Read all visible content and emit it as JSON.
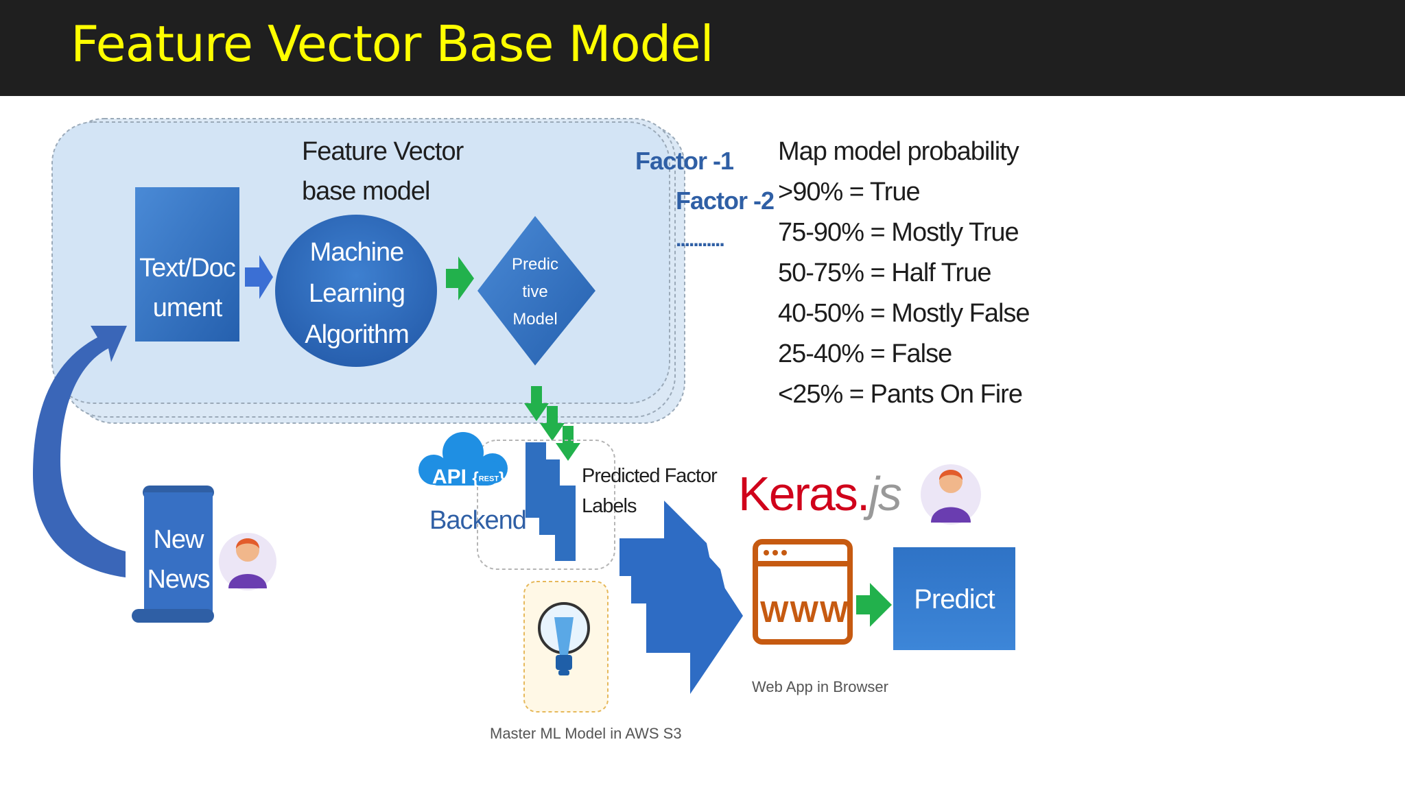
{
  "slide": {
    "title": "Feature Vector Base Model"
  },
  "diagram": {
    "feature_block_title_line1": "Feature Vector",
    "feature_block_title_line2": "base model",
    "text_doc_line1": "Text/Doc",
    "text_doc_line2": "ument",
    "ml_line1": "Machine",
    "ml_line2": "Learning",
    "ml_line3": "Algorithm",
    "pred_line1": "Predic",
    "pred_line2": "tive",
    "pred_line3": "Model",
    "factor1": "Factor -1",
    "factor2": "Factor -2",
    "factor_more": "...........",
    "probability": {
      "heading": "Map model probability",
      "rows": [
        ">90% = True",
        "75-90% = Mostly True",
        "50-75% = Half True",
        "40-50% =  Mostly False",
        "25-40% = False",
        "<25% = Pants On Fire"
      ]
    },
    "api_badge": "API",
    "rest_badge": "REST",
    "backend": "Backend",
    "predicted_line1": "Predicted Factor",
    "predicted_line2": "Labels",
    "news_line1": "New",
    "news_line2": "News",
    "master_model": "Master ML Model in AWS S3",
    "keras_main": "Keras.",
    "keras_js": "js",
    "www": "WWW",
    "web_app": "Web App in Browser",
    "predict": "Predict"
  },
  "colors": {
    "title_bg": "#1f1f1f",
    "title_text": "#ffff00",
    "panel_fill": "#d6e6f5",
    "shape_blue": "#2f6fc0",
    "arrow_green": "#22b14c",
    "keras_red": "#d0021b",
    "web_orange": "#c65a11"
  }
}
